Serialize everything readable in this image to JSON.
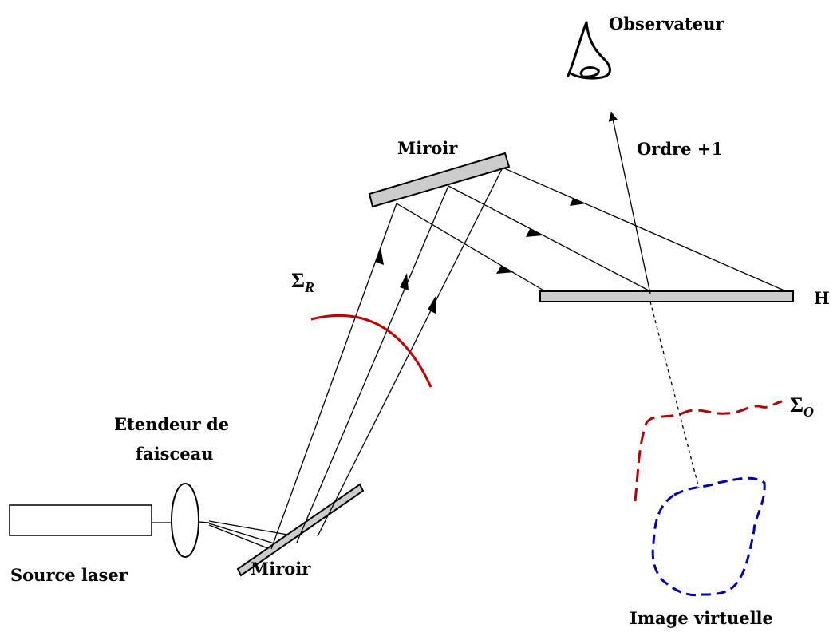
{
  "labels": {
    "observer": "Observateur",
    "top_mirror": "Miroir",
    "order": "Ordre +1",
    "sigma_r": "Σ",
    "sigma_r_sub": "R",
    "hologram": "H",
    "sigma_o": "Σ",
    "sigma_o_sub": "O",
    "expander_line1": "Etendeur de",
    "expander_line2": "faisceau",
    "laser": "Source laser",
    "bottom_mirror": "Miroir",
    "virtual_image": "Image virtuelle"
  },
  "colors": {
    "line": "#000000",
    "mirror_fill": "#cccccc",
    "reference_wave": "#c00000",
    "object_wave": "#b00000",
    "virtual_image": "#0000b0"
  },
  "icons": {
    "observer": "eye-icon",
    "arrowheads": "arrow-head-icon"
  }
}
